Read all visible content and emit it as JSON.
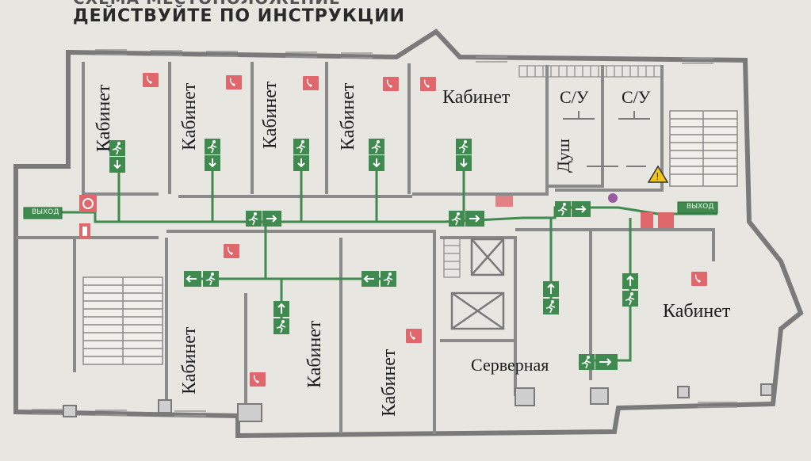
{
  "header": {
    "line1": "СХЕМА МЕСТОПОЛОЖЕНИЕ",
    "line2": "ДЕЙСТВУЙТЕ ПО ИНСТРУКЦИИ"
  },
  "rooms": {
    "cabinet": "Кабинет",
    "wc": "С/У",
    "shower": "Душ",
    "server": "Серверная"
  },
  "exit_signs": [
    "ВЫХОД",
    "ВЫХОД"
  ],
  "colors": {
    "wall": "#7a7a7a",
    "route": "#3f8a4f",
    "phone": "#e0686c",
    "hazard": "#f0c419",
    "valve": "#9a5aa0"
  },
  "icons": [
    "phone-icon",
    "evacuation-arrow-icon",
    "warning-icon",
    "fire-alarm-icon",
    "extinguisher-icon",
    "exit-sign-icon"
  ]
}
